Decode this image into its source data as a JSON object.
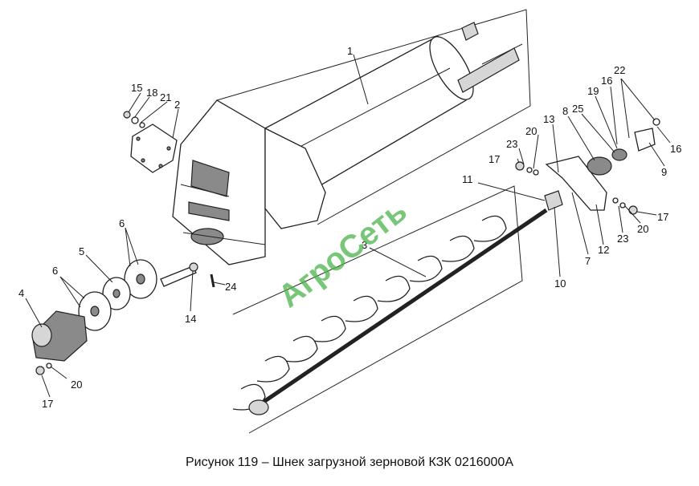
{
  "caption": "Рисунок 119 – Шнек загрузной зерновой КЗК 0216000А",
  "watermark": "АгроСеть",
  "callouts": [
    "1",
    "2",
    "3",
    "4",
    "5",
    "6",
    "6",
    "7",
    "8",
    "9",
    "10",
    "11",
    "12",
    "13",
    "14",
    "15",
    "16",
    "16",
    "17",
    "17",
    "17",
    "18",
    "19",
    "20",
    "20",
    "20",
    "21",
    "22",
    "23",
    "23",
    "24",
    "25"
  ]
}
